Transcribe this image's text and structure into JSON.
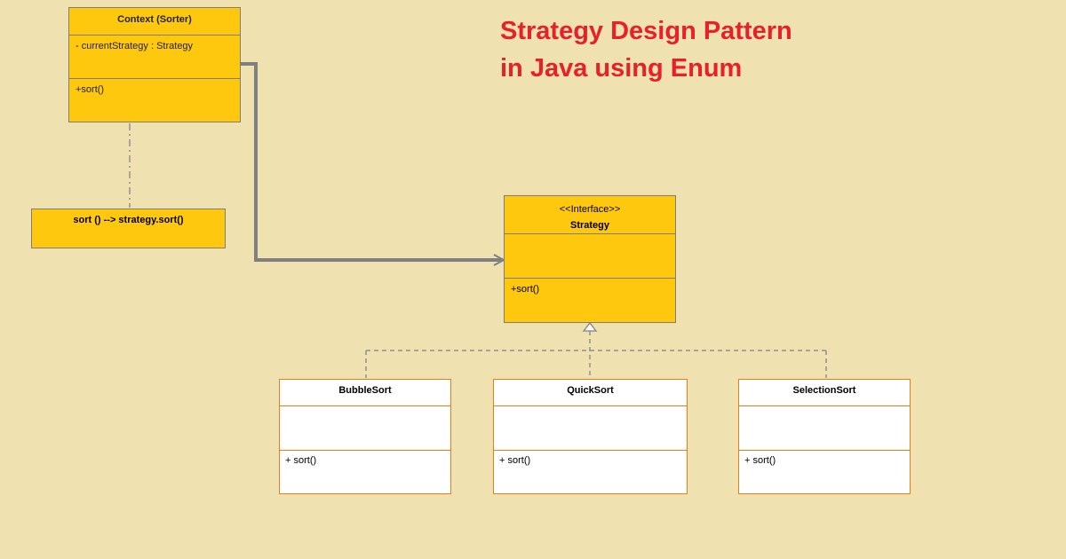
{
  "title": {
    "line1": "Strategy Design Pattern",
    "line2": "in Java using Enum"
  },
  "context": {
    "name": "Context (Sorter)",
    "attribute": "- currentStrategy : Strategy",
    "operation": "+sort()"
  },
  "note": {
    "text": "sort () --> strategy.sort()"
  },
  "interface": {
    "stereotype": "<<Interface>>",
    "name": "Strategy",
    "operation": "+sort()"
  },
  "implementations": [
    {
      "name": "BubbleSort",
      "operation": "+ sort()"
    },
    {
      "name": "QuickSort",
      "operation": "+ sort()"
    },
    {
      "name": "SelectionSort",
      "operation": "+ sort()"
    }
  ],
  "colors": {
    "background": "#f0e2b0",
    "class_fill": "#fec80f",
    "title": "#e8202a",
    "impl_border": "#f07a1a",
    "connector": "#808080"
  }
}
